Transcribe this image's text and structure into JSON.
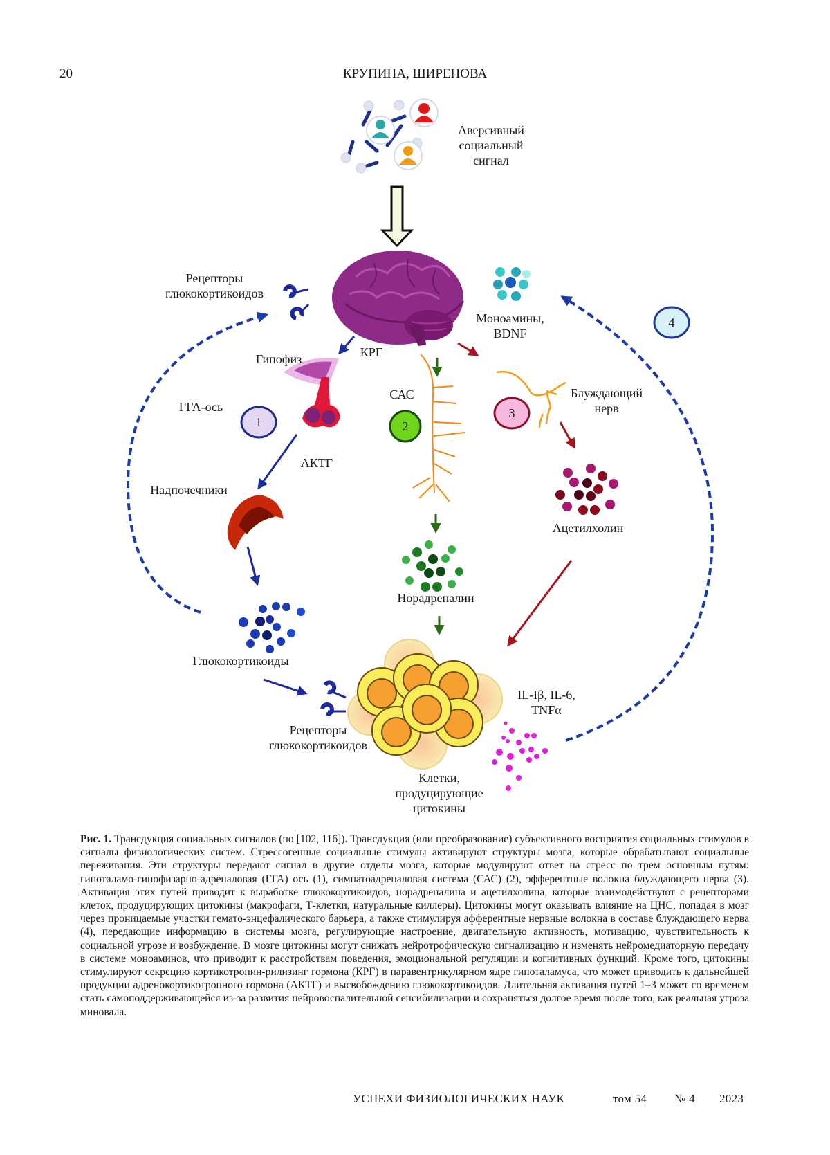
{
  "page": {
    "number": "20",
    "running_head": "КРУПИНА, ШИРЕНОВА"
  },
  "figure": {
    "labels": {
      "aversive_signal": [
        "Аверсивный",
        "социальный",
        "сигнал"
      ],
      "gc_receptors_top": [
        "Рецепторы",
        "глюкокортикоидов"
      ],
      "monoamines": [
        "Моноамины,",
        "BDNF"
      ],
      "pituitary": "Гипофиз",
      "crh": "КРГ",
      "sas": "САС",
      "vagus": [
        "Блуждающий",
        "нерв"
      ],
      "hpa_axis": "ГГА-ось",
      "acth": "АКТГ",
      "adrenals": "Надпочечники",
      "acetylcholine": "Ацетилхолин",
      "noradrenaline": "Норадреналин",
      "glucocorticoids": "Глюкокортикоиды",
      "cytokines": [
        "IL-Iβ, IL-6,",
        "TNFα"
      ],
      "gc_receptors_bottom": [
        "Рецепторы",
        "глюкокортикоидов"
      ],
      "cytokine_cells": [
        "Клетки,",
        "продуцирующие",
        "цитокины"
      ]
    },
    "pathways": [
      {
        "number": "1",
        "color": "#e3d6f3",
        "border": "#1f2a8a"
      },
      {
        "number": "2",
        "color": "#6fd61c",
        "border": "#1c4a12"
      },
      {
        "number": "3",
        "color": "#f6b8dc",
        "border": "#8a1028"
      },
      {
        "number": "4",
        "color": "#d8f0f8",
        "border": "#1c3aa0"
      }
    ],
    "colors": {
      "hpa_arrows": "#1c2a9a",
      "sas_arrows": "#2a6a12",
      "vagus_arrows": "#a8141c",
      "feedback_dashes": "#1c3aa8",
      "brain": "#8e2a88"
    }
  },
  "caption": {
    "label": "Рис. 1.",
    "text": "Трансдукция социальных сигналов (по [102, 116]). Трансдукция (или преобразование) субъективного восприятия социальных стимулов в сигналы физиологических систем. Стрессогенные социальные стимулы активируют структуры мозга, которые обрабатывают социальные переживания. Эти структуры передают сигнал в другие отделы мозга, которые модулируют ответ на стресс по трем основным путям: гипоталамо-гипофизарно-адреналовая (ГГА) ось (1), симпатоадреналовая система (САС) (2), эфферентные волокна блуждающего нерва (3). Активация этих путей приводит к выработке глюкокортикоидов, норадреналина и ацетилхолина, которые взаимодействуют с рецепторами клеток, продуцирующих цитокины (макрофаги, Т-клетки, натуральные киллеры). Цитокины могут оказывать влияние на ЦНС, попадая в мозг через проницаемые участки гемато-энцефалического барьера, а также стимулируя афферентные нервные волокна в составе блуждающего нерва (4), передающие информацию в системы мозга, регулирующие настроение, двигательную активность, мотивацию, чувствительность к социальной угрозе и возбуждение. В мозге цитокины могут снижать нейротрофическую сигнализацию и изменять нейромедиаторную передачу в системе моноаминов, что приводит к расстройствам поведения, эмоциональной регуляции и когнитивных функций. Кроме того, цитокины стимулируют секрецию кортикотропин-рилизинг гормона (КРГ) в паравентрикулярном ядре гипоталамуса, что может приводить к дальнейшей продукции адренокортикотропного гормона (АКТГ) и высвобождению глюкокортикоидов. Длительная активация путей 1–3 может со временем стать самоподдерживающейся из-за развития нейровоспалительной сенсибилизации и сохраняться долгое время после того, как реальная угроза миновала."
  },
  "footer": {
    "journal": "УСПЕХИ ФИЗИОЛОГИЧЕСКИХ НАУК",
    "volume": "том 54",
    "issue": "№ 4",
    "year": "2023"
  }
}
